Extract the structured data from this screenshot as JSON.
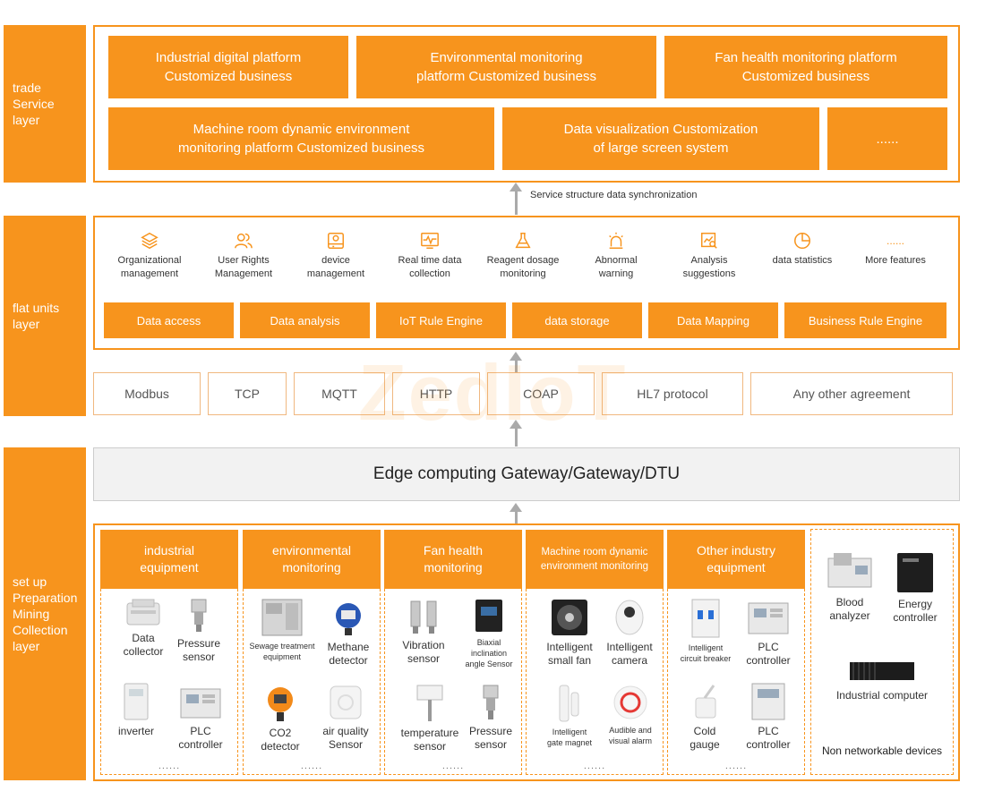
{
  "layers": {
    "trade": [
      "trade",
      "Service",
      "layer"
    ],
    "platform": [
      "flat units",
      "layer"
    ],
    "collection": [
      "set up",
      "Preparation",
      "Mining",
      "Collection",
      "layer"
    ]
  },
  "business": [
    [
      "Industrial digital platform",
      "Customized business"
    ],
    [
      "Environmental monitoring",
      "platform  Customized business"
    ],
    [
      "Fan health monitoring platform",
      "Customized business"
    ],
    [
      "Machine room dynamic environment",
      "monitoring platform Customized business"
    ],
    [
      "Data visualization Customization",
      "of large screen system"
    ],
    [
      "......"
    ]
  ],
  "sync_label": "Service structure data synchronization",
  "features": [
    {
      "icon": "layers-icon",
      "label": [
        "Organizational",
        "management"
      ]
    },
    {
      "icon": "users-icon",
      "label": [
        "User Rights",
        "Management"
      ]
    },
    {
      "icon": "device-icon",
      "label": [
        "device",
        "management"
      ]
    },
    {
      "icon": "waveform-monitor-icon",
      "label": [
        "Real time data",
        "collection"
      ]
    },
    {
      "icon": "flask-icon",
      "label": [
        "Reagent dosage",
        "monitoring"
      ]
    },
    {
      "icon": "alarm-light-icon",
      "label": [
        "Abnormal",
        "warning"
      ]
    },
    {
      "icon": "chart-search-icon",
      "label": [
        "Analysis",
        "suggestions"
      ]
    },
    {
      "icon": "pie-chart-icon",
      "label": [
        "data statistics"
      ]
    },
    {
      "icon": "dots-icon",
      "label": [
        "More features"
      ]
    }
  ],
  "engines": [
    "Data access",
    "Data analysis",
    "IoT Rule Engine",
    "data storage",
    "Data Mapping",
    "Business Rule Engine"
  ],
  "protocols": [
    "Modbus",
    "TCP",
    "MQTT",
    "HTTP",
    "COAP",
    "HL7 protocol",
    "Any other agreement"
  ],
  "watermark": "ZedIoT",
  "gateway": "Edge computing Gateway/Gateway/DTU",
  "categories": [
    {
      "title": [
        "industrial",
        "equipment"
      ],
      "devices": [
        [
          "Data",
          "collector"
        ],
        [
          "Pressure",
          "sensor"
        ],
        [
          "inverter"
        ],
        [
          "PLC",
          "controller"
        ]
      ],
      "more": "......"
    },
    {
      "title": [
        "environmental",
        "monitoring"
      ],
      "devices": [
        [
          "Sewage treatment",
          "equipment"
        ],
        [
          "Methane",
          "detector"
        ],
        [
          "CO2",
          "detector"
        ],
        [
          "air quality",
          "Sensor"
        ]
      ],
      "more": "......"
    },
    {
      "title": [
        "Fan health",
        "monitoring"
      ],
      "devices": [
        [
          "Vibration",
          "sensor"
        ],
        [
          "Biaxial",
          "inclination",
          "angle Sensor"
        ],
        [
          "temperature",
          "sensor"
        ],
        [
          "Pressure",
          "sensor"
        ]
      ],
      "more": "......"
    },
    {
      "title": [
        "Machine room dynamic",
        "environment monitoring"
      ],
      "devices": [
        [
          "Intelligent",
          "small fan"
        ],
        [
          "Intelligent",
          "camera"
        ],
        [
          "Intelligent",
          "gate magnet"
        ],
        [
          "Audible and",
          "visual alarm"
        ]
      ],
      "more": "......"
    },
    {
      "title": [
        "Other industry",
        "equipment"
      ],
      "devices": [
        [
          "Intelligent",
          "circuit breaker"
        ],
        [
          "PLC",
          "controller"
        ],
        [
          "Cold",
          "gauge"
        ],
        [
          "PLC",
          "controller"
        ]
      ],
      "more": "......"
    }
  ],
  "non_networkable": {
    "devices": [
      [
        "Blood",
        "analyzer"
      ],
      [
        "Energy",
        "controller"
      ],
      [
        "Industrial computer"
      ]
    ],
    "label": "Non networkable devices"
  }
}
